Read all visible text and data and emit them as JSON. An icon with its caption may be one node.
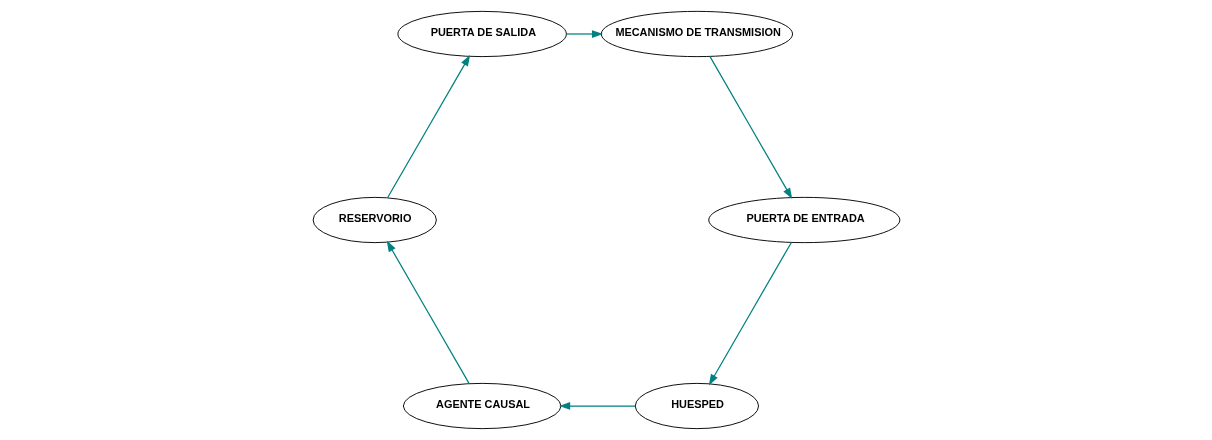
{
  "diagram": {
    "nodes": [
      {
        "text": [
          "HUESPED"
        ]
      },
      {
        "text": [
          "AGENTE CAUSAL"
        ]
      },
      {
        "text": [
          "RESERVORIO"
        ]
      },
      {
        "text": [
          "PUERTA DE SALIDA"
        ]
      },
      {
        "text": [
          "MECANISMO DE TRANSMISION"
        ]
      },
      {
        "text": [
          "PUERTA DE ENTRADA"
        ]
      }
    ],
    "edges": [
      {
        "from": 0,
        "to": 1,
        "arrow": "to"
      },
      {
        "from": 1,
        "to": 2,
        "arrow": "to"
      },
      {
        "from": 2,
        "to": 3,
        "arrow": "to"
      },
      {
        "from": 3,
        "to": 4,
        "arrow": "to"
      },
      {
        "from": 4,
        "to": 5,
        "arrow": "to"
      },
      {
        "from": 5,
        "to": 0,
        "arrow": "to"
      }
    ]
  }
}
